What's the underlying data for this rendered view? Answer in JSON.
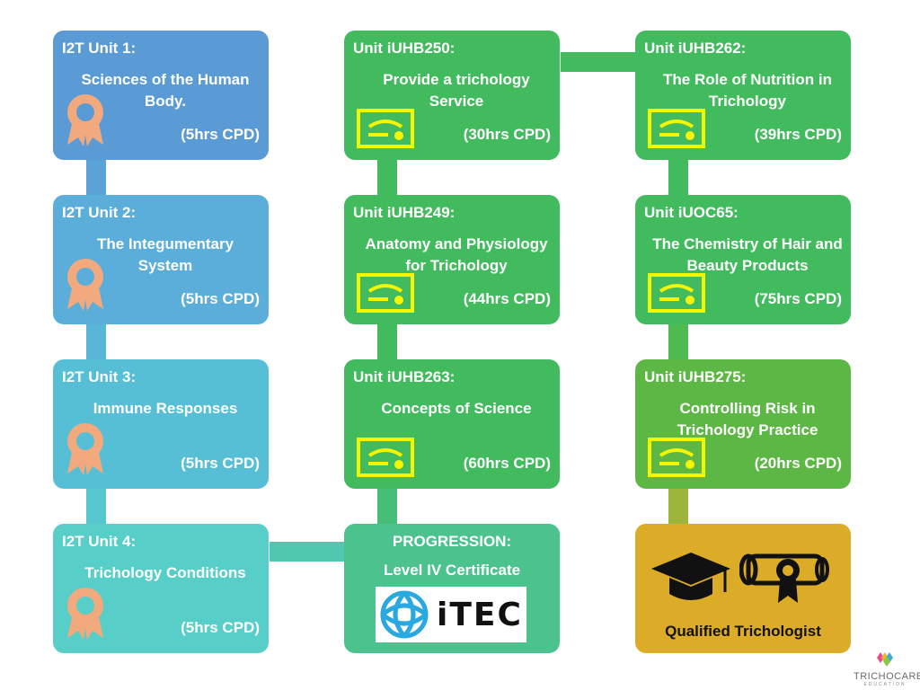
{
  "colors": {
    "col1": [
      "#5b9bd5",
      "#5aaed9",
      "#56bfd6",
      "#57cfc8"
    ],
    "green": "#42bb5e",
    "green_dark": "#5cb745",
    "teal": "#4cc28f",
    "gold": "#dcac28",
    "rosette": "#f3a97e",
    "certificate": "#f5f500"
  },
  "column_1": [
    {
      "unit": "I2T Unit 1:",
      "title": "Sciences of the Human Body.",
      "cpd": "(5hrs CPD)",
      "icon": "rosette-icon"
    },
    {
      "unit": "I2T Unit 2:",
      "title": "The Integumentary System",
      "cpd": "(5hrs CPD)",
      "icon": "rosette-icon"
    },
    {
      "unit": "I2T Unit 3:",
      "title": "Immune Responses",
      "cpd": "(5hrs CPD)",
      "icon": "rosette-icon"
    },
    {
      "unit": "I2T Unit 4:",
      "title": "Trichology Conditions",
      "cpd": "(5hrs CPD)",
      "icon": "rosette-icon"
    }
  ],
  "column_2": [
    {
      "unit": "Unit iUHB250:",
      "title": "Provide a trichology Service",
      "cpd": "(30hrs CPD)",
      "icon": "certificate-icon"
    },
    {
      "unit": "Unit iUHB249:",
      "title": "Anatomy and Physiology for Trichology",
      "cpd": "(44hrs CPD)",
      "icon": "certificate-icon"
    },
    {
      "unit": "Unit iUHB263:",
      "title": "Concepts of Science",
      "cpd": "(60hrs CPD)",
      "icon": "certificate-icon"
    }
  ],
  "progression": {
    "heading": "PROGRESSION:",
    "subtitle": "Level IV Certificate",
    "logo_text": "iTEC"
  },
  "column_3": [
    {
      "unit": "Unit iUHB262:",
      "title": "The Role of Nutrition in Trichology",
      "cpd": "(39hrs CPD)",
      "icon": "certificate-icon"
    },
    {
      "unit": "Unit iUOC65:",
      "title": "The Chemistry of Hair and Beauty Products",
      "cpd": "(75hrs CPD)",
      "icon": "certificate-icon"
    },
    {
      "unit": "Unit iUHB275:",
      "title": "Controlling Risk in Trichology Practice",
      "cpd": "(20hrs CPD)",
      "icon": "certificate-icon"
    }
  ],
  "final": {
    "label": "Qualified Trichologist",
    "icons": [
      "graduation-cap-icon",
      "diploma-scroll-icon"
    ]
  },
  "brand": {
    "name": "TRICHOCARE",
    "tagline": "EDUCATION"
  }
}
